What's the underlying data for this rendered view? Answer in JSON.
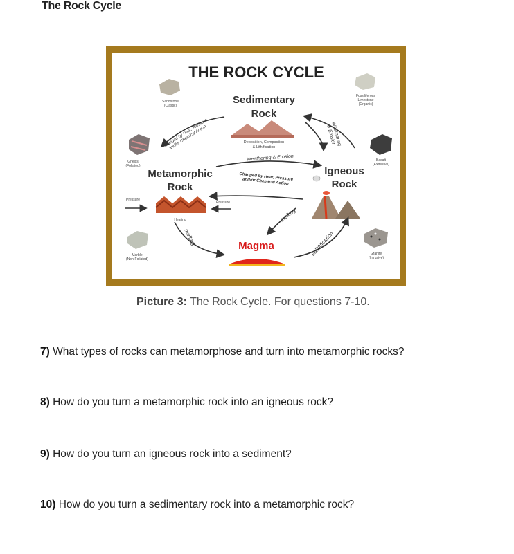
{
  "document": {
    "title": "The Rock Cycle"
  },
  "diagram": {
    "heading": "THE ROCK CYCLE",
    "sedimentary": {
      "line1": "Sedimentary",
      "line2": "Rock"
    },
    "metamorphic": {
      "line1": "Metamorphic",
      "line2": "Rock"
    },
    "igneous": {
      "line1": "Igneous",
      "line2": "Rock"
    },
    "magma": "Magma",
    "samples": {
      "sandstone": [
        "Sandstone",
        "(Clastic)"
      ],
      "fossil_limestone": [
        "Fossiliferous",
        "Limestone",
        "(Organic)"
      ],
      "gneiss": [
        "Gneiss",
        "(Foliated)"
      ],
      "basalt": [
        "Basalt",
        "(Extrusive)"
      ],
      "marble": [
        "Marble",
        "(Non-Foliated)"
      ],
      "granite": [
        "Granite",
        "(Intrusive)"
      ]
    },
    "processes": {
      "deposition": [
        "Deposition, Compaction",
        "& Lithification"
      ],
      "heat_pressure_left": [
        "Changed by Heat, Pressure",
        "and/or Chemical Action"
      ],
      "heat_pressure_center": [
        "Changed by Heat, Pressure",
        "and/or Chemical Action"
      ],
      "weathering_center": "Weathering & Erosion",
      "weathering_right": [
        "Weathering",
        "& Erosion"
      ],
      "pressure_left": "Pressure",
      "pressure_center": "Pressure",
      "heating": "Heating",
      "melting_left": "melting",
      "melting_center": "melting",
      "solidification": "solidification"
    }
  },
  "caption": {
    "label": "Picture 3:",
    "text": " The Rock Cycle. For questions 7-10."
  },
  "questions": [
    {
      "num": "7)",
      "text": " What types of rocks can metamorphose and turn into metamorphic rocks?"
    },
    {
      "num": "8)",
      "text": " How do you turn a metamorphic rock into an igneous rock?"
    },
    {
      "num": "9)",
      "text": " How do you turn an igneous rock into a sediment?"
    },
    {
      "num": "10)",
      "text": " How do you turn a sedimentary rock into a metamorphic rock?"
    }
  ],
  "colors": {
    "frame": "#a57a1e",
    "magma": "#d81b1b",
    "label_dark": "#333333"
  }
}
